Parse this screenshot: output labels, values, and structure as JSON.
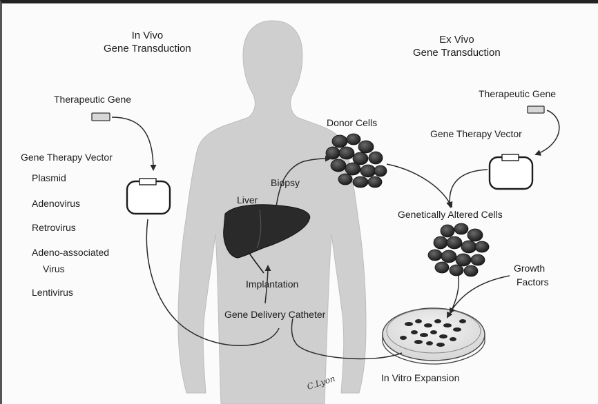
{
  "headers": {
    "in_vivo_line1": "In Vivo",
    "in_vivo_line2": "Gene Transduction",
    "ex_vivo_line1": "Ex Vivo",
    "ex_vivo_line2": "Gene Transduction"
  },
  "left_panel": {
    "therapeutic_gene": "Therapeutic Gene",
    "vector_title": "Gene Therapy Vector",
    "vectors": [
      "Plasmid",
      "Adenovirus",
      "Retrovirus",
      "Adeno-associated",
      "Virus",
      "Lentivirus"
    ]
  },
  "right_panel": {
    "therapeutic_gene": "Therapeutic Gene",
    "vector_title": "Gene Therapy Vector",
    "donor_cells": "Donor Cells",
    "altered_cells": "Genetically Altered Cells",
    "growth_line1": "Growth",
    "growth_line2": "Factors",
    "expansion": "In Vitro Expansion"
  },
  "body": {
    "liver": "Liver",
    "biopsy": "Biopsy",
    "implantation": "Implantation",
    "catheter": "Gene Delivery Catheter"
  },
  "signature": "C.Lyon",
  "colors": {
    "background": "#fbfbfb",
    "body_silhouette": "#cfcfcf",
    "liver": "#2a2a2a",
    "cells": "#262626",
    "gene_box": "#d7d7d7",
    "lines": "#2a2a2a"
  }
}
